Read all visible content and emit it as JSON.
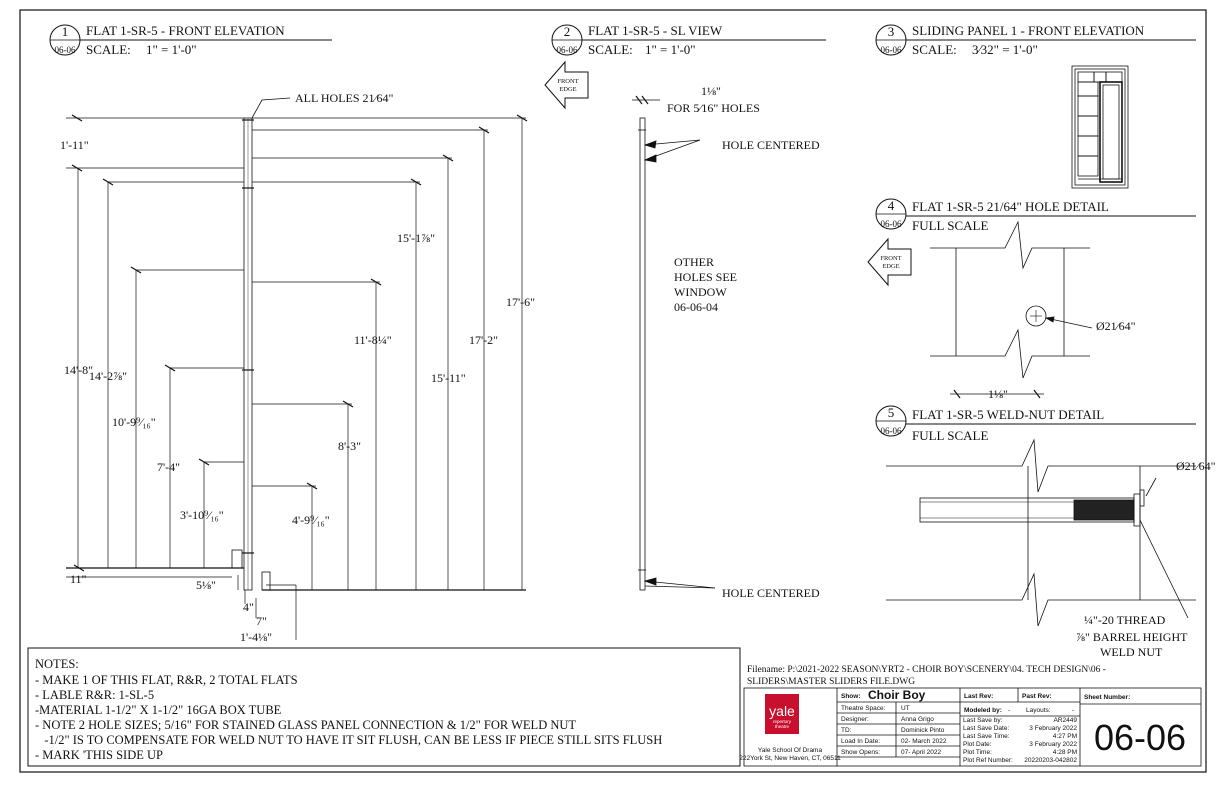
{
  "views": [
    {
      "number": "1",
      "sheet": "06-06",
      "title": "FLAT 1-SR-5 - FRONT ELEVATION",
      "scale_label": "SCALE:",
      "scale": "1\"   = 1'-0\""
    },
    {
      "number": "2",
      "sheet": "06-06",
      "title": "FLAT 1-SR-5 - SL VIEW",
      "scale_label": "SCALE:",
      "scale": "1\"   = 1'-0\""
    },
    {
      "number": "3",
      "sheet": "06-06",
      "title": "SLIDING PANEL 1 - FRONT ELEVATION",
      "scale_label": "SCALE:",
      "scale": "3⁄32\" = 1'-0\""
    },
    {
      "number": "4",
      "sheet": "06-06",
      "title": "FLAT 1-SR-5 21/64\" HOLE DETAIL",
      "scale": "FULL SCALE"
    },
    {
      "number": "5",
      "sheet": "06-06",
      "title": "FLAT 1-SR-5 WELD-NUT DETAIL",
      "scale": "FULL SCALE"
    }
  ],
  "front_edge": [
    "FRONT",
    "EDGE"
  ],
  "elevation": {
    "all_holes": "ALL HOLES 21⁄64\"",
    "dims": [
      "1'-11\"",
      "14'-8\"",
      "14'-2⅞\"",
      "10'-9⁹⁄₁₆\"",
      "7'-4\"",
      "3'-10⁹⁄₁₆\"",
      "11\"",
      "5⅛\"",
      "4\"",
      "7\"",
      "1'-4⅛\"",
      "4'-9⁹⁄₁₆\"",
      "8'-3\"",
      "11'-8¼\"",
      "15'-1⅞\"",
      "15'-11\"",
      "17'-2\"",
      "17'-6\""
    ]
  },
  "sl_view": {
    "top_dim": "1⅛\"",
    "top_dim_note": "FOR 5⁄16\" HOLES",
    "hole_centered_top": "HOLE CENTERED",
    "hole_centered_bottom": "HOLE CENTERED",
    "other_holes": [
      "OTHER",
      "HOLES SEE",
      "WINDOW",
      "06-06-04"
    ]
  },
  "hole_detail": {
    "dia": "Ø21⁄64\"",
    "width": "1⅛\""
  },
  "weld_nut_detail": {
    "dia": "Ø21⁄64\"",
    "thread": "¼\"-20 THREAD",
    "barrel": "⅞\" BARREL HEIGHT",
    "weld_nut": "WELD NUT"
  },
  "notes": [
    "NOTES:",
    "- MAKE 1 OF THIS FLAT, R&R, 2 TOTAL FLATS",
    "- LABLE R&R: 1-SL-5",
    "-MATERIAL 1-1/2\" X 1-1/2\" 16GA BOX TUBE",
    "- NOTE 2 HOLE SIZES; 5/16\" FOR STAINED GLASS PANEL CONNECTION & 1/2\" FOR WELD NUT",
    "   -1/2\" IS TO COMPENSATE FOR WELD NUT TO HAVE IT SIT FLUSH, CAN BE LESS IF PIECE STILL SITS FLUSH",
    "- MARK 'THIS SIDE UP"
  ],
  "filename": [
    "Filename: P:\\2021-2022 SEASON\\YRT2 - CHOIR BOY\\SCENERY\\04. TECH DESIGN\\06 -",
    "SLIDERS\\MASTER SLIDERS FILE.DWG"
  ],
  "title_block": {
    "logo": [
      "yale",
      "repertory",
      "theatre"
    ],
    "school": "Yale School Of Drama",
    "address": "222York St, New Haven, CT, 06511",
    "show_label": "Show:",
    "show": "Choir Boy",
    "rows": [
      {
        "label": "Theatre Space:",
        "value": "UT"
      },
      {
        "label": "Designer:",
        "value": "Anna Grigo"
      },
      {
        "label": "TD:",
        "value": "Dominick Pinto"
      },
      {
        "label": "Load In Date:",
        "value": "02- March 2022"
      },
      {
        "label": "Show Opens:",
        "value": "07- April 2022"
      }
    ],
    "last_rev": "Last Rev:",
    "past_rev": "Past Rev:",
    "modeled_by": "Modeled by:",
    "modeled_by_val": "-",
    "layouts": "Layouts:",
    "layouts_val": "-",
    "meta": [
      {
        "label": "Last Save by:",
        "value": "AR2449"
      },
      {
        "label": "Last Save Date:",
        "value": "3 February 2022"
      },
      {
        "label": "Last Save Time:",
        "value": "4:27 PM"
      },
      {
        "label": "Plot Date:",
        "value": "3 February 2022"
      },
      {
        "label": "Plot Time:",
        "value": "4:28 PM"
      },
      {
        "label": "Plot Ref Number:",
        "value": "20220203-042802"
      }
    ],
    "sheet_number_label": "Sheet Number:",
    "sheet_number": "06-06",
    "logo_color": "#c8102e"
  }
}
